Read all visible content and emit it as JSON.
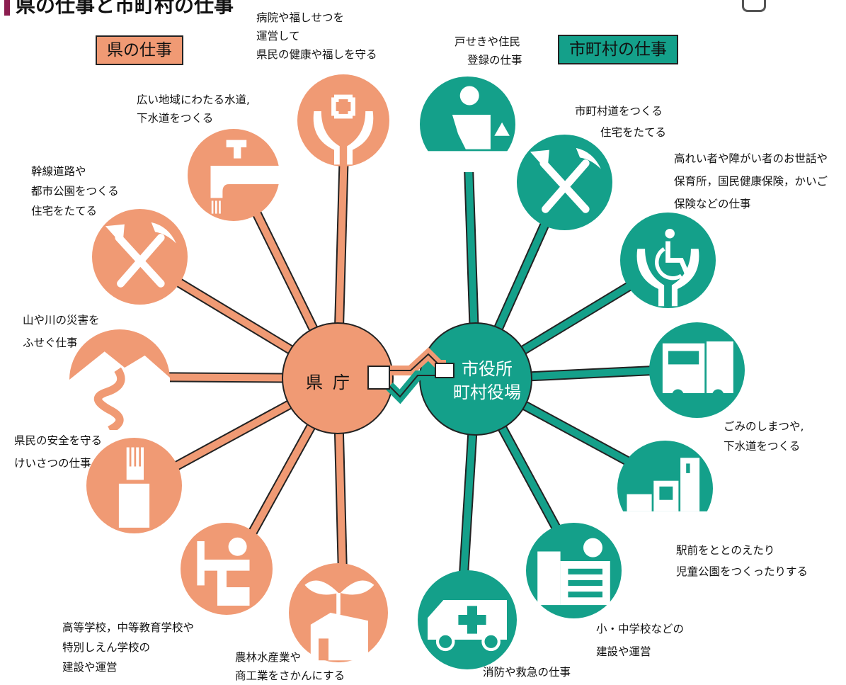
{
  "header": {
    "title": "県の仕事と市町村の仕事"
  },
  "legend": {
    "prefecture": "県の仕事",
    "municipality": "市町村の仕事"
  },
  "hubs": {
    "prefecture": "県庁",
    "municipality_line1": "市役所",
    "municipality_line2": "町村役場"
  },
  "prefecture_tasks": [
    {
      "line1": "病院や福しせつを",
      "line2": "運営して",
      "line3": "県民の健康や福しを守る"
    },
    {
      "line1": "広い地域にわたる水道,",
      "line2": "下水道をつくる"
    },
    {
      "line1": "幹線道路や",
      "line2": "都市公園をつくる",
      "line3": "住宅をたてる"
    },
    {
      "line1": "山や川の災害を",
      "line2": "ふせぐ仕事"
    },
    {
      "line1": "県民の安全を守る",
      "line2": "けいさつの仕事"
    },
    {
      "line1": "高等学校，中等教育学校や",
      "line2": "特別しえん学校の",
      "line3": "建設や運営"
    },
    {
      "line1": "農林水産業や",
      "line2": "商工業をさかんにする"
    }
  ],
  "municipality_tasks": [
    {
      "line1": "戸せきや住民",
      "line2": "登録の仕事"
    },
    {
      "line1": "市町村道をつくる",
      "line2": "住宅をたてる"
    },
    {
      "line1": "高れい者や障がい者のお世話や",
      "line2": "保育所，国民健康保険，かいご",
      "line3": "保険などの仕事"
    },
    {
      "line1": "ごみのしまつや,",
      "line2": "下水道をつくる"
    },
    {
      "line1": "駅前をととのえたり",
      "line2": "児童公園をつくったりする"
    },
    {
      "line1": "小・中学校などの",
      "line2": "建設や運営"
    },
    {
      "line1": "消防や救急の仕事"
    }
  ],
  "icons": {
    "prefecture": [
      "hands-cross-icon",
      "faucet-icon",
      "shovel-pickaxe-icon",
      "mountain-river-icon",
      "police-glove-icon",
      "student-desk-icon",
      "sprout-barn-icon"
    ],
    "municipality": [
      "registration-person-icon",
      "shovel-pickaxe-icon",
      "hands-wheelchair-icon",
      "garbage-truck-icon",
      "station-buildings-icon",
      "school-building-icon",
      "ambulance-icon"
    ]
  },
  "colors": {
    "prefecture": "#f09a74",
    "municipality": "#14a08a",
    "accent": "#8c1d4f"
  }
}
